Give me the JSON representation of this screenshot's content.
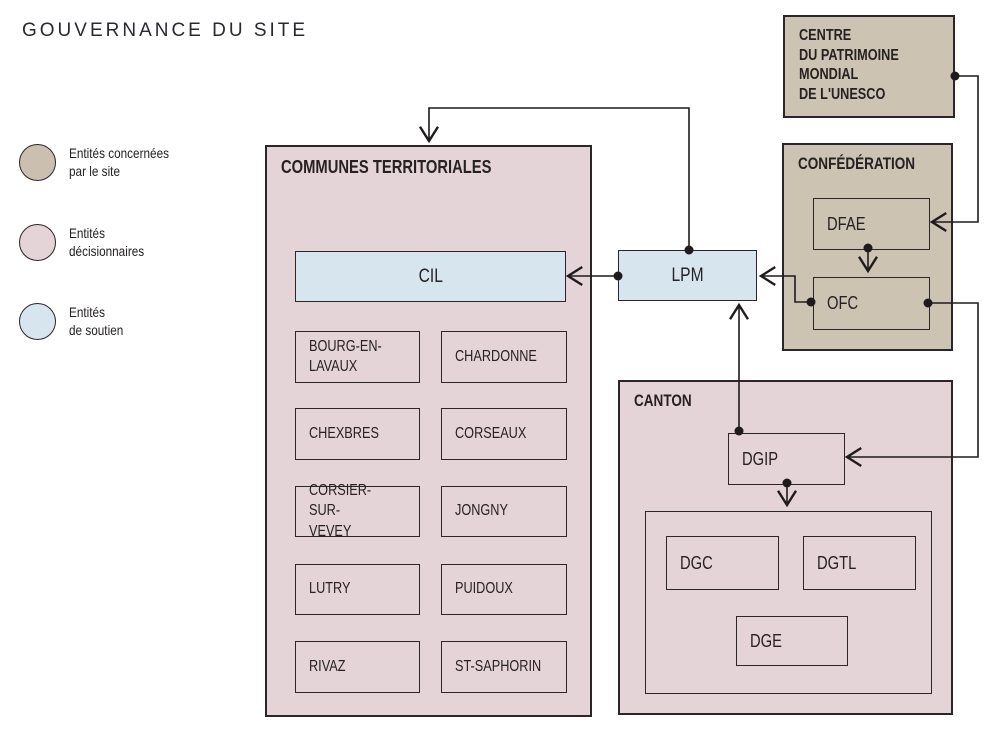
{
  "title": "GOUVERNANCE DU SITE",
  "legend": {
    "items": [
      {
        "label": "Entités concernées\npar le site",
        "color": "#cbc0b0"
      },
      {
        "label": "Entités\ndécisionnaires",
        "color": "#e5d4d7"
      },
      {
        "label": "Entités\nde soutien",
        "color": "#d6e5ee"
      }
    ]
  },
  "communes": {
    "title": "COMMUNES TERRITORIALES",
    "cil": "CIL",
    "items": [
      "BOURG-EN-\nLAVAUX",
      "CHARDONNE",
      "CHEXBRES",
      "CORSEAUX",
      "CORSIER-SUR-\nVEVEY",
      "JONGNY",
      "LUTRY",
      "PUIDOUX",
      "RIVAZ",
      "ST-SAPHORIN"
    ]
  },
  "unesco": {
    "title": "CENTRE\nDU PATRIMOINE\nMONDIAL\nDE L'UNESCO"
  },
  "confederation": {
    "title": "CONFÉDÉRATION",
    "dfae": "DFAE",
    "ofc": "OFC"
  },
  "lpm": "LPM",
  "canton": {
    "title": "CANTON",
    "dgip": "DGIP",
    "dgc": "DGC",
    "dgtl": "DGTL",
    "dge": "DGE"
  },
  "edges": [
    {
      "from": "CENTRE DU PATRIMOINE MONDIAL DE L'UNESCO",
      "to": "DFAE"
    },
    {
      "from": "DFAE",
      "to": "OFC"
    },
    {
      "from": "OFC",
      "to": "LPM"
    },
    {
      "from": "OFC",
      "to": "DGIP"
    },
    {
      "from": "LPM",
      "to": "CIL"
    },
    {
      "from": "LPM",
      "to": "COMMUNES TERRITORIALES"
    },
    {
      "from": "DGIP",
      "to": "LPM"
    },
    {
      "from": "DGIP",
      "to": "DGC / DGTL / DGE"
    }
  ],
  "colors": {
    "entites_concernees": "#cdc3b3",
    "entites_decisionnaires": "#e5d4d7",
    "entites_soutien": "#d6e5ee",
    "stroke": "#2b2627",
    "text": "#262122"
  }
}
